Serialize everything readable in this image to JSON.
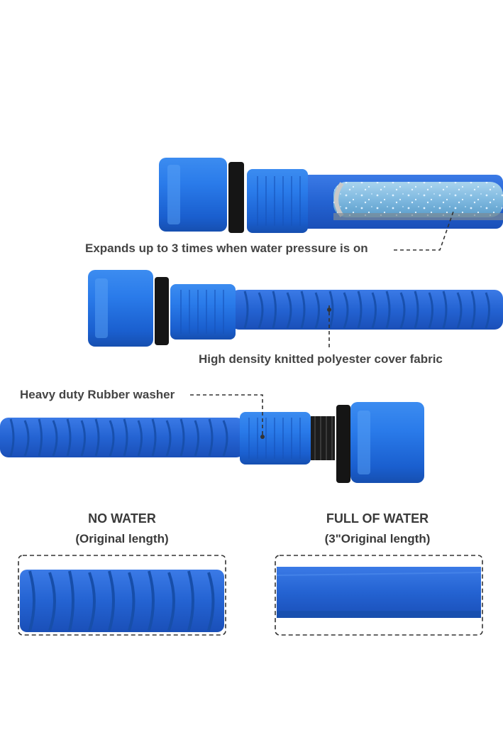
{
  "callouts": {
    "expands": "Expands up to 3 times when water pressure is on",
    "fabric": "High density knitted polyester cover fabric",
    "washer": "Heavy duty Rubber washer"
  },
  "comparison": {
    "left": {
      "title": "NO WATER",
      "subtitle": "(Original length)"
    },
    "right": {
      "title": "FULL OF WATER",
      "subtitle": "(3\"Original length)"
    }
  },
  "colors": {
    "connector": "#1f6fe0",
    "hose_fabric": "#2464d0",
    "washer": "#1a1a1a",
    "text": "#444444"
  }
}
